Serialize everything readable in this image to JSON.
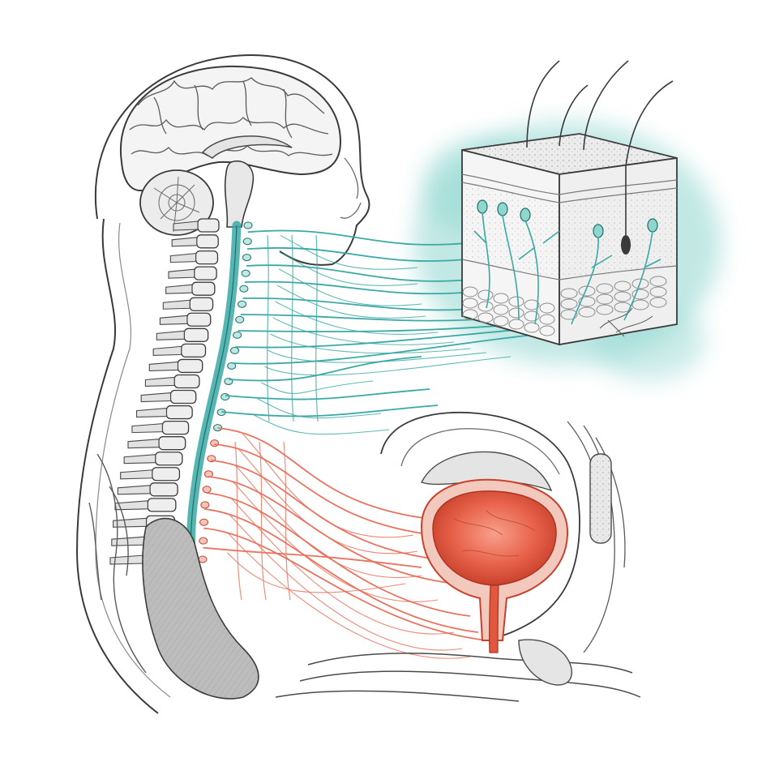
{
  "illustration": {
    "style": "pen-and-ink anatomical sketch with watercolor accents",
    "colors": {
      "ink": "#3a3a3a",
      "ink_light": "#8a8a8a",
      "sensory_teal": "#3aa9a4",
      "sensory_wash": "#8fd6cf",
      "motor_coral": "#e8735f",
      "bladder_red": "#e2583f",
      "paper": "#ffffff",
      "tissue_grey": "#d9d9d9"
    },
    "icons": {
      "brain": "brain-sagittal",
      "spine": "vertebral-column",
      "skin": "skin-cross-section-cube",
      "bladder": "urinary-bladder"
    }
  }
}
